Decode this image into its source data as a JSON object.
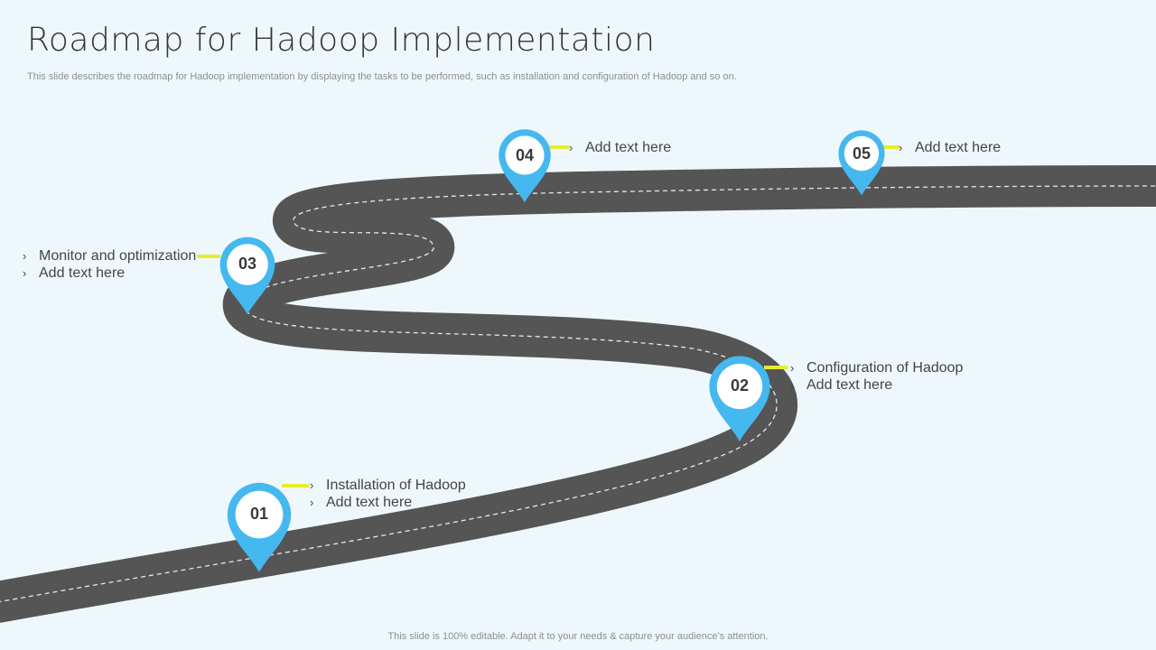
{
  "header": {
    "title": "Roadmap for Hadoop Implementation",
    "subtitle": "This slide describes the roadmap for Hadoop implementation by displaying the tasks to be performed, such as installation and configuration of Hadoop and so on."
  },
  "footer": "This slide is 100% editable. Adapt it to your needs & capture your audience’s attention.",
  "colors": {
    "pin": "#45b8ef",
    "road": "#555555",
    "connector": "#e6ee2c",
    "background": "#eef8fc"
  },
  "milestones": [
    {
      "number": "01",
      "lines": [
        "Installation  of Hadoop",
        "Add text here"
      ]
    },
    {
      "number": "02",
      "lines": [
        "Configuration of Hadoop",
        "Add text here"
      ]
    },
    {
      "number": "03",
      "lines": [
        "Monitor and optimization",
        "Add text here"
      ]
    },
    {
      "number": "04",
      "lines": [
        "Add text here"
      ]
    },
    {
      "number": "05",
      "lines": [
        "Add text here"
      ]
    }
  ],
  "bullet": "›"
}
